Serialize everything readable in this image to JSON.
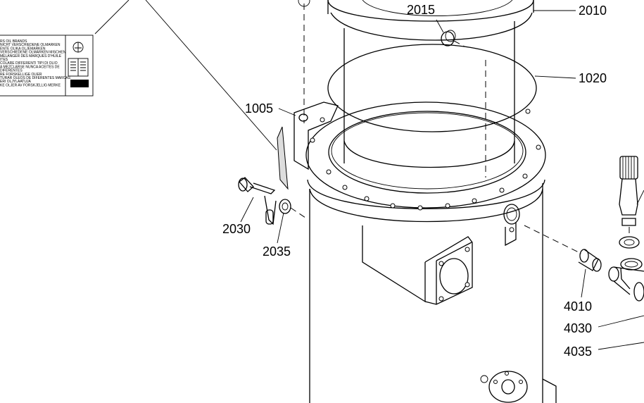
{
  "decal_text_lines": [
    "RS OIL BRANDS",
    "NICHT VERSCHIEDENE OLMARKEN",
    "ENTE OLIKA OLJEMARKEN",
    "VERSCHIEDENE OLMARKEN MISCHEN",
    "MELANGER DES MARQUES D'HUILE",
    "ITES",
    "COLARE DIFFERENTI TIPI DI OLIO",
    "A MEZCLARSE NUNCA ACEITES DE",
    "DIFERENTES",
    "RE FORSKELLIGE OLIER",
    "TURAR OLEOS DE DIFERENTES MARCAS",
    "ERI OLJYLAATUJA",
    "KE OLJER AV FORSKJELLIG MERKE"
  ],
  "callouts": {
    "c2015": "2015",
    "c2010": "2010",
    "c1020": "1020",
    "c1005": "1005",
    "c2030": "2030",
    "c2035": "2035",
    "c4010": "4010",
    "c4030": "4030",
    "c4035": "4035"
  }
}
